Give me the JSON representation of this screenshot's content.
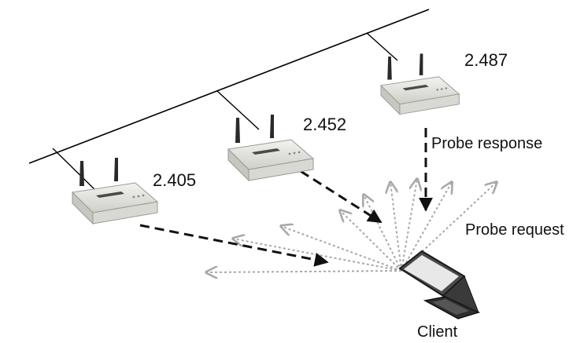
{
  "access_points": [
    {
      "id": "ap-1",
      "channel_label": "2.405"
    },
    {
      "id": "ap-2",
      "channel_label": "2.452"
    },
    {
      "id": "ap-3",
      "channel_label": "2.487"
    }
  ],
  "labels": {
    "probe_response": "Probe response",
    "probe_request": "Probe request",
    "client": "Client"
  },
  "colors": {
    "backbone_line": "#000000",
    "response_arrow": "#111111",
    "request_arrow": "#a8a8a8",
    "ap_body": "#e6e6e1",
    "laptop_body": "#3a3a3a"
  },
  "icons": {
    "access_point": "wireless-access-point-icon",
    "client": "laptop-icon"
  }
}
